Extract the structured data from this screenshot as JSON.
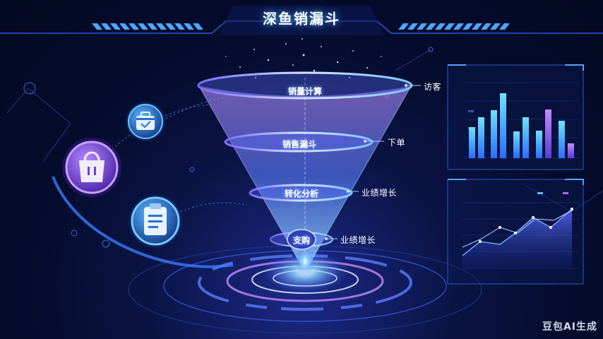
{
  "header": {
    "title": "深鱼销漏斗"
  },
  "funnel": {
    "stages": [
      {
        "label": "销量计算",
        "side_label": "访客"
      },
      {
        "label": "销售漏斗",
        "side_label": "下单"
      },
      {
        "label": "转化分析",
        "side_label": "业绩增长"
      },
      {
        "label": "支购",
        "side_label": "业绩增长"
      }
    ]
  },
  "icons": [
    "briefcase-icon",
    "shopping-bag-icon",
    "clipboard-icon"
  ],
  "watermark": "豆包AI生成",
  "colors": {
    "accent": "#4aa8ff",
    "purple": "#a66bff",
    "background": "#050b2b"
  }
}
